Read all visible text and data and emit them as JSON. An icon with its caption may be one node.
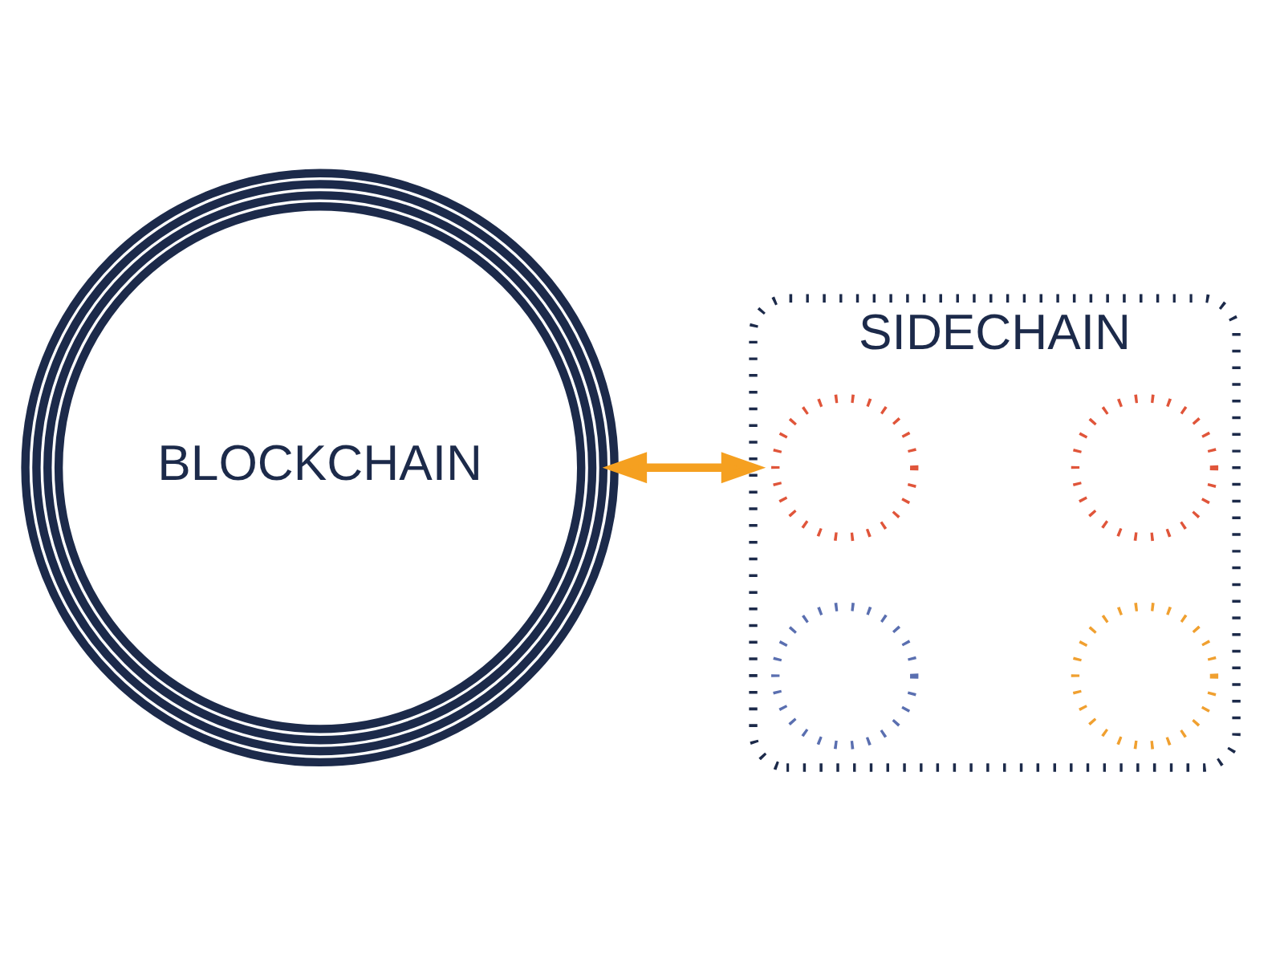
{
  "diagram": {
    "nodes": [
      {
        "text": [
          "BLOCKCHAIN"
        ]
      },
      {
        "text": [
          "SIDECHAIN"
        ]
      },
      {
        "text": [],
        "shape": "circle",
        "in": 1
      },
      {
        "text": [],
        "shape": "circle",
        "in": 1
      },
      {
        "text": [],
        "shape": "circle",
        "in": 1
      },
      {
        "text": [],
        "shape": "circle",
        "in": 1
      }
    ],
    "edges": [
      {
        "from": 0,
        "to": 1,
        "arrow": "both"
      }
    ]
  }
}
